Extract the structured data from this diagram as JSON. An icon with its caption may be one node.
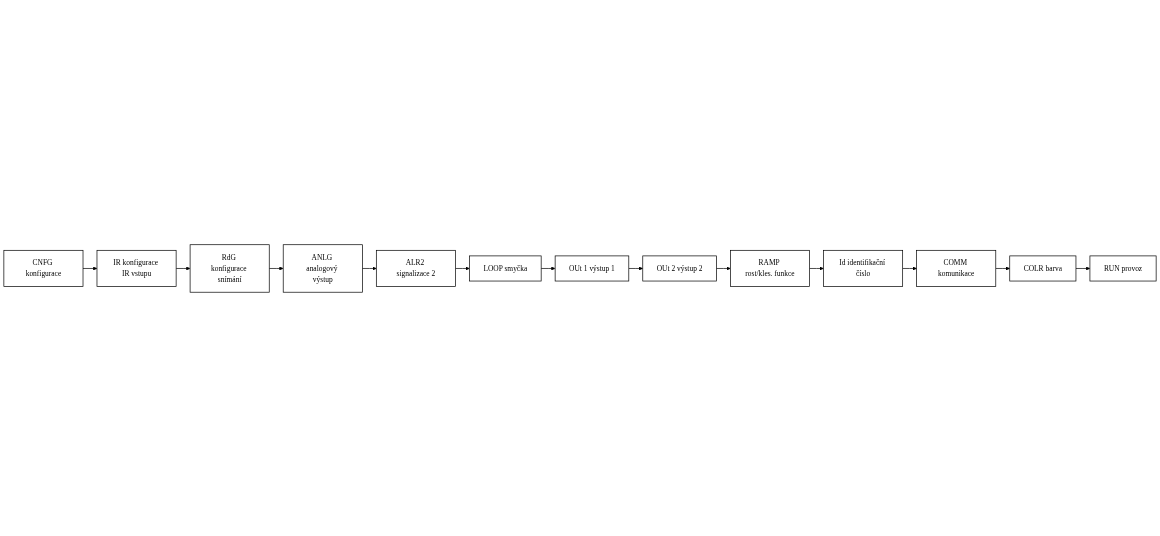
{
  "diagram": {
    "nodes": [
      {
        "text": [
          "CNFG konfigurace"
        ]
      },
      {
        "text": [
          "IR konfigurace IR vstupu"
        ]
      },
      {
        "text": [
          "RdG konfigurace snímání"
        ]
      },
      {
        "text": [
          "ANLG analogový výstup"
        ]
      },
      {
        "text": [
          "ALR2 signalizace 2"
        ]
      },
      {
        "text": [
          "LOOP smyčka"
        ]
      },
      {
        "text": [
          "OUt 1 výstup 1"
        ]
      },
      {
        "text": [
          "OUt 2 výstup 2"
        ]
      },
      {
        "text": [
          "RAMP rost/kles. funkce"
        ]
      },
      {
        "text": [
          "Id identifikační číslo"
        ]
      },
      {
        "text": [
          "COMM komunikace"
        ]
      },
      {
        "text": [
          "COLR barva"
        ]
      },
      {
        "text": [
          "RUN provoz"
        ]
      }
    ],
    "edges": [
      {
        "from": 0,
        "to": 1,
        "arrow": "to"
      },
      {
        "from": 1,
        "to": 2,
        "arrow": "to"
      },
      {
        "from": 2,
        "to": 3,
        "arrow": "to"
      },
      {
        "from": 3,
        "to": 4,
        "arrow": "to"
      },
      {
        "from": 4,
        "to": 5,
        "arrow": "to"
      },
      {
        "from": 5,
        "to": 6,
        "arrow": "to"
      },
      {
        "from": 6,
        "to": 7,
        "arrow": "to"
      },
      {
        "from": 7,
        "to": 8,
        "arrow": "to"
      },
      {
        "from": 8,
        "to": 9,
        "arrow": "to"
      },
      {
        "from": 9,
        "to": 10,
        "arrow": "to"
      },
      {
        "from": 10,
        "to": 11,
        "arrow": "to"
      },
      {
        "from": 11,
        "to": 12,
        "arrow": "to"
      }
    ]
  }
}
